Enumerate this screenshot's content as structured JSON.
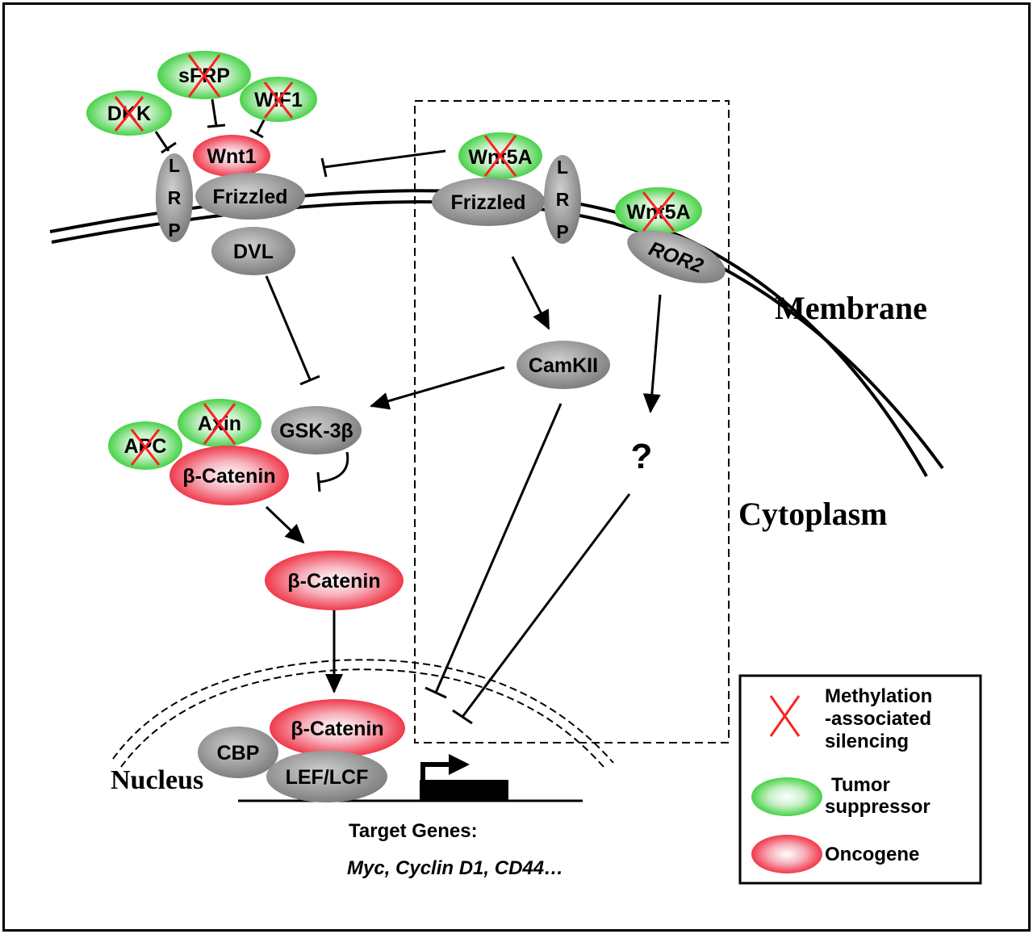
{
  "colors": {
    "tumor_suppressor": "#2ecc2e",
    "oncogene": "#ee2233",
    "neutral": "#8c8c8c",
    "silencing_x": "#ff2020"
  },
  "proteins": {
    "dkk": "DKK",
    "sfrp": "sFRP",
    "wif1": "WIF1",
    "wnt1": "Wnt1",
    "lrp_left": [
      "L",
      "R",
      "P"
    ],
    "frizzled_left": "Frizzled",
    "dvl": "DVL",
    "wnt5a_1": "Wnt5A",
    "frizzled_right": "Frizzled",
    "lrp_right": [
      "L",
      "R",
      "P"
    ],
    "wnt5a_2": "Wnt5A",
    "ror2": "ROR2",
    "camkii": "CamKII",
    "apc": "APC",
    "axin": "Axin",
    "gsk3b": "GSK-3β",
    "bcat_complex": "β-Catenin",
    "bcat_free": "β-Catenin",
    "bcat_nuclear": "β-Catenin",
    "cbp": "CBP",
    "lef": "LEF/LCF",
    "unknown": "?"
  },
  "compartments": {
    "membrane": "Membrane",
    "cytoplasm": "Cytoplasm",
    "nucleus": "Nucleus"
  },
  "target_genes": {
    "title": "Target Genes:",
    "list": "Myc, Cyclin D1, CD44…"
  },
  "legend": {
    "silencing": [
      "Methylation",
      "-associated",
      "silencing"
    ],
    "tumor": [
      "Tumor",
      "suppressor"
    ],
    "oncogene": "Oncogene"
  }
}
